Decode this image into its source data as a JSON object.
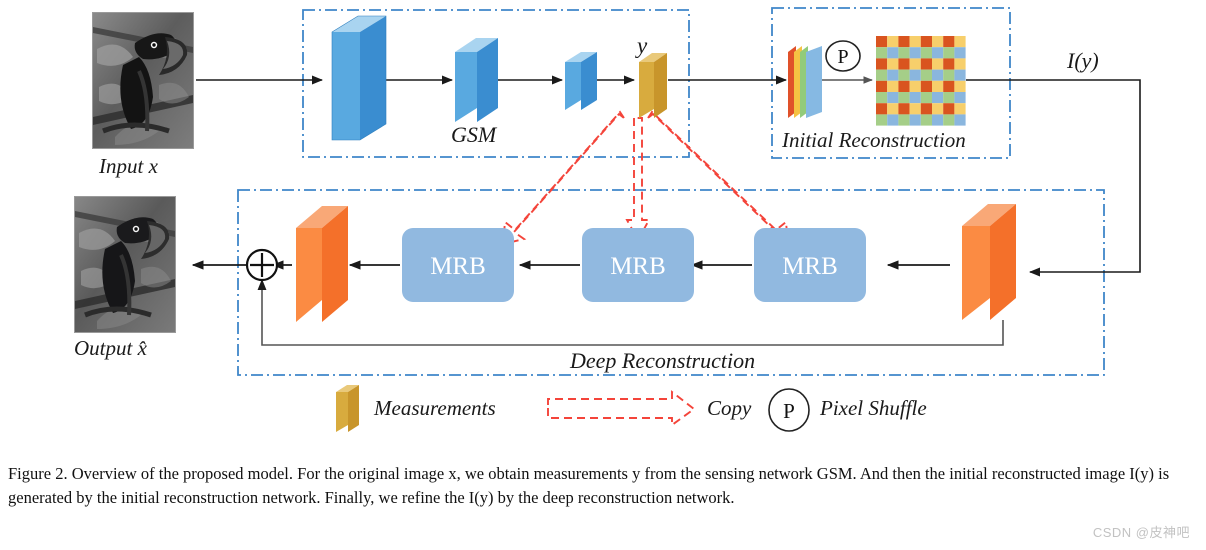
{
  "figure": {
    "caption_prefix": "Figure 2.",
    "caption": "Figure 2. Overview of the proposed model. For the original image x, we obtain measurements y from the sensing network GSM. And then the initial reconstructed image I(y) is generated by the initial reconstruction network. Finally, we refine the I(y) by the deep reconstruction network.",
    "watermark": "CSDN @皮神吧"
  },
  "labels": {
    "input": "Input x",
    "output": "Output x̂",
    "gsm": "GSM",
    "measurements_symbol": "y",
    "initial_reconstruction": "Initial Reconstruction",
    "deep_reconstruction": "Deep Reconstruction",
    "iy": "I(y)",
    "pixel_shuffle_symbol": "P"
  },
  "blocks": {
    "mrb": [
      "MRB",
      "MRB",
      "MRB"
    ]
  },
  "legend": [
    {
      "icon": "measurements-box-icon",
      "label": "Measurements"
    },
    {
      "icon": "copy-dashed-arrow-icon",
      "label": "Copy"
    },
    {
      "icon": "pixel-shuffle-circle-icon",
      "label": "Pixel Shuffle",
      "symbol": "P"
    }
  ],
  "colors": {
    "group_border": "#3f86c9",
    "blue_front": "#3a8dd0",
    "blue_side": "#59a9e0",
    "blue_top": "#a9d4f0",
    "gold_front": "#c8952b",
    "gold_side": "#d8ab3e",
    "gold_top": "#e9c97a",
    "orange_front": "#f4702a",
    "orange_side": "#fb8b43",
    "orange_top": "#f9a877",
    "mrb_fill": "#91b9e0",
    "copy_arrow": "#f4443a",
    "arrow_black": "#1a1a1a",
    "sheet_red": "#e0512a",
    "sheet_yellow": "#f5c243",
    "sheet_green": "#92cb7a",
    "sheet_blue": "#86b9e3",
    "checker_red": "#d9541f",
    "checker_yellow": "#f7cf6b",
    "checker_green": "#a5ce88",
    "checker_blue": "#8ab6de"
  },
  "checkerboard": {
    "rows": 8,
    "cols": 8,
    "odd_row_colors": [
      "#d9541f",
      "#f7cf6b"
    ],
    "even_row_colors": [
      "#a5ce88",
      "#8ab6de"
    ]
  },
  "sheets": [
    "#e0512a",
    "#f5c243",
    "#92cb7a",
    "#86b9e3"
  ]
}
